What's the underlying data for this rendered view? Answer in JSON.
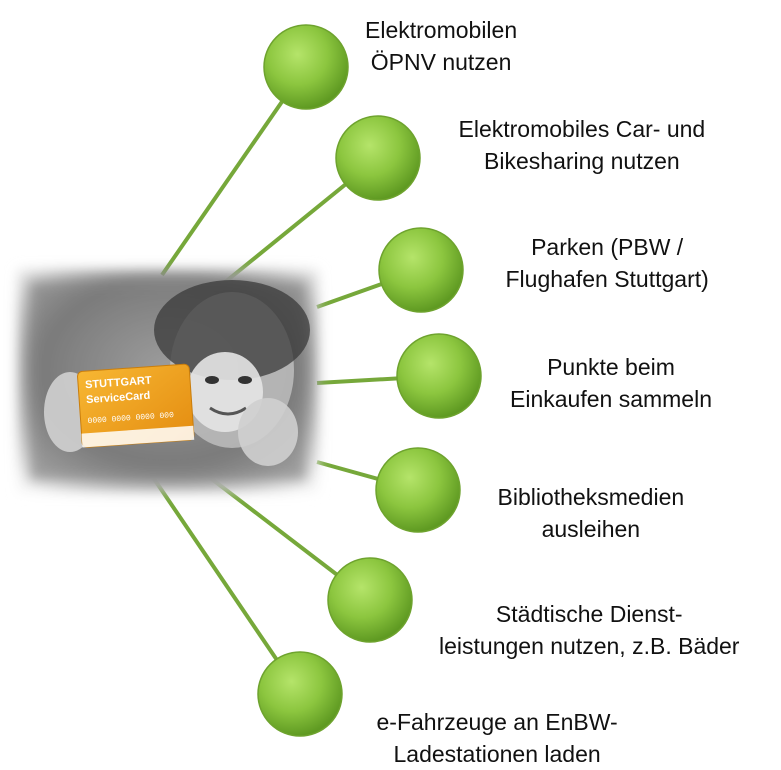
{
  "photo": {
    "card": {
      "brand": "STUTTGART",
      "name": "ServiceCard",
      "number": "0000 0000 0000 000",
      "accent_color": "#f0a21a"
    }
  },
  "line_color": "#76a83a",
  "bubble_color": "#8cc63f",
  "items": [
    {
      "lines": [
        "Elektromobilen",
        "ÖPNV nutzen"
      ]
    },
    {
      "lines": [
        "Elektromobiles Car- und",
        "Bikesharing nutzen"
      ]
    },
    {
      "lines": [
        "Parken (PBW /",
        "Flughafen Stuttgart)"
      ]
    },
    {
      "lines": [
        "Punkte beim",
        "Einkaufen sammeln"
      ]
    },
    {
      "lines": [
        "Bibliotheksmedien",
        "ausleihen"
      ]
    },
    {
      "lines": [
        "Städtische Dienst-",
        "leistungen nutzen, z.B. Bäder"
      ]
    },
    {
      "lines": [
        "e-Fahrzeuge an EnBW-",
        "Ladestationen laden"
      ]
    }
  ]
}
